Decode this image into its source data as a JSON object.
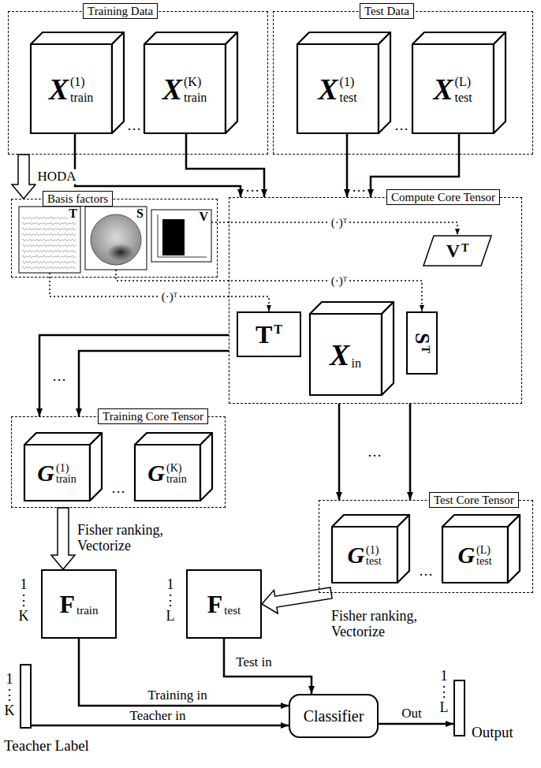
{
  "diagram": {
    "nodes": [
      {
        "text": [
          "Training Data"
        ]
      },
      {
        "text": [
          "X",
          "(1)",
          "train"
        ],
        "in": 0
      },
      {
        "text": [
          "X",
          "(K)",
          "train"
        ],
        "in": 0
      },
      {
        "text": [
          "Test Data"
        ]
      },
      {
        "text": [
          "X",
          "(1)",
          "test"
        ],
        "in": 3
      },
      {
        "text": [
          "X",
          "(L)",
          "test"
        ],
        "in": 3
      },
      {
        "text": [
          "Basis factors"
        ]
      },
      {
        "text": [
          "T"
        ],
        "in": 6
      },
      {
        "text": [
          "S"
        ],
        "in": 6
      },
      {
        "text": [
          "V"
        ],
        "in": 6
      },
      {
        "text": [
          "Compute Core Tensor"
        ]
      },
      {
        "text": [
          "V",
          "T"
        ],
        "in": 10
      },
      {
        "text": [
          "T",
          "T"
        ],
        "in": 10
      },
      {
        "text": [
          "X",
          "in"
        ],
        "in": 10
      },
      {
        "text": [
          "S",
          "T"
        ],
        "in": 10
      },
      {
        "text": [
          "Training Core Tensor"
        ]
      },
      {
        "text": [
          "G",
          "(1)",
          "train"
        ],
        "in": 15
      },
      {
        "text": [
          "G",
          "(K)",
          "train"
        ],
        "in": 15
      },
      {
        "text": [
          "Test Core Tensor"
        ]
      },
      {
        "text": [
          "G",
          "(1)",
          "test"
        ],
        "in": 18
      },
      {
        "text": [
          "G",
          "(L)",
          "test"
        ],
        "in": 18
      },
      {
        "text": [
          "F",
          "train"
        ]
      },
      {
        "text": [
          "F",
          "test"
        ]
      },
      {
        "text": [
          "Teacher Label"
        ]
      },
      {
        "text": [
          "Classifier"
        ]
      },
      {
        "text": [
          "Output"
        ]
      }
    ],
    "edges": [
      {
        "from": 0,
        "to": 6,
        "arrow": "to",
        "label": "HODA"
      },
      {
        "from": 1,
        "to": 10,
        "arrow": "to"
      },
      {
        "from": 2,
        "to": 10,
        "arrow": "to"
      },
      {
        "from": 4,
        "to": 10,
        "arrow": "to"
      },
      {
        "from": 5,
        "to": 10,
        "arrow": "to"
      },
      {
        "from": 9,
        "to": 11,
        "arrow": "to",
        "label": "(·)ᵀ"
      },
      {
        "from": 8,
        "to": 14,
        "arrow": "to",
        "label": "(·)ᵀ"
      },
      {
        "from": 7,
        "to": 12,
        "arrow": "to",
        "label": "(·)ᵀ"
      },
      {
        "from": 10,
        "to": 15,
        "arrow": "to"
      },
      {
        "from": 10,
        "to": 15,
        "arrow": "to"
      },
      {
        "from": 10,
        "to": 18,
        "arrow": "to"
      },
      {
        "from": 10,
        "to": 18,
        "arrow": "to"
      },
      {
        "from": 15,
        "to": 21,
        "arrow": "to",
        "label": "Fisher ranking, Vectorize"
      },
      {
        "from": 18,
        "to": 22,
        "arrow": "to",
        "label": "Fisher ranking, Vectorize"
      },
      {
        "from": 21,
        "to": 24,
        "arrow": "to",
        "label": "Training in"
      },
      {
        "from": 23,
        "to": 24,
        "arrow": "to",
        "label": "Teacher in"
      },
      {
        "from": 22,
        "to": 24,
        "arrow": "to",
        "label": "Test in"
      },
      {
        "from": 24,
        "to": 25,
        "arrow": "to",
        "label": "Out"
      }
    ],
    "labels": [
      "…",
      "…",
      "…",
      "…",
      "…",
      "…",
      "…",
      "…",
      "1 ⋮ K",
      "1 ⋮ L",
      "1 ⋮ K",
      "1 ⋮ L"
    ]
  }
}
